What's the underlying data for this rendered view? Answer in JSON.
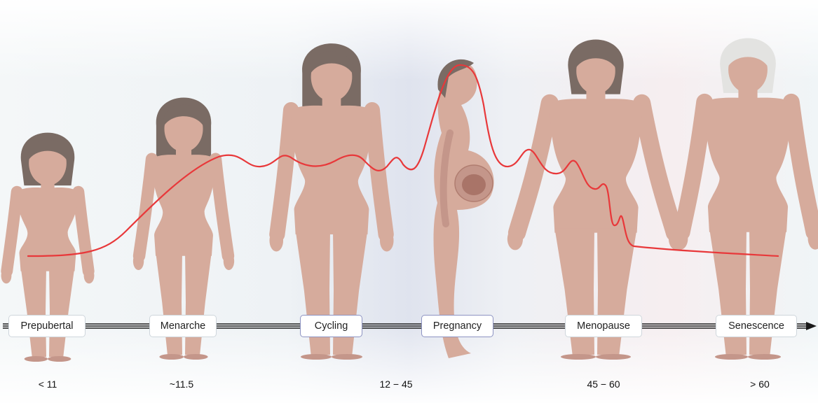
{
  "colors": {
    "skin": "#d6ab9c",
    "skin_dark": "#c4968a",
    "hair": "#7a6b64",
    "hair_gray": "#e3e3e1",
    "curve": "#e8383a",
    "timeline": "#1a1a1a",
    "stage_border": "#cfd6dc",
    "stage_border_emphasis": "#8d93c2"
  },
  "stages": [
    {
      "label": "Prepubertal",
      "emphasis": false
    },
    {
      "label": "Menarche",
      "emphasis": false
    },
    {
      "label": "Cycling",
      "emphasis": true
    },
    {
      "label": "Pregnancy",
      "emphasis": true
    },
    {
      "label": "Menopause",
      "emphasis": false
    },
    {
      "label": "Senescence",
      "emphasis": false
    }
  ],
  "ages": [
    "< 11",
    "~11.5",
    "12 − 45",
    "45 − 60",
    "> 60"
  ]
}
